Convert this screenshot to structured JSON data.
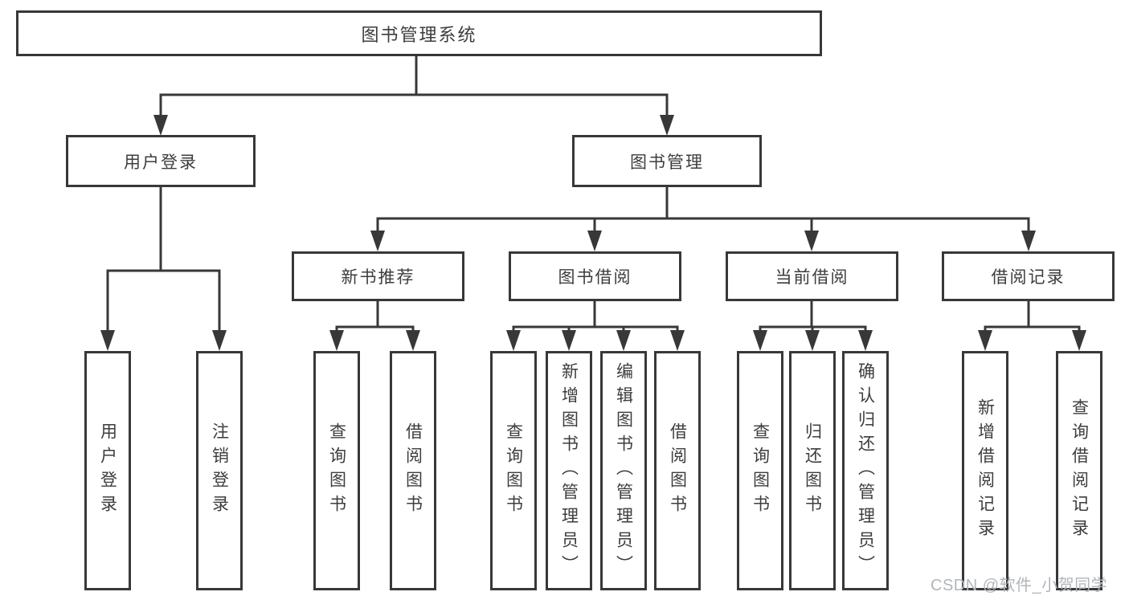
{
  "diagram": {
    "root": "图书管理系统",
    "branches": [
      {
        "label": "用户登录",
        "leaves": [
          "用户登录",
          "注销登录"
        ]
      },
      {
        "label": "图书管理",
        "groups": [
          {
            "label": "新书推荐",
            "leaves": [
              "查询图书",
              "借阅图书"
            ]
          },
          {
            "label": "图书借阅",
            "leaves": [
              "查询图书",
              "新增图书（管理员）",
              "编辑图书（管理员）",
              "借阅图书"
            ]
          },
          {
            "label": "当前借阅",
            "leaves": [
              "查询图书",
              "归还图书",
              "确认归还（管理员）"
            ]
          },
          {
            "label": "借阅记录",
            "leaves": [
              "新增借阅记录",
              "查询借阅记录"
            ]
          }
        ]
      }
    ]
  },
  "watermark": "CSDN @软件_小贺同学",
  "colors": {
    "line": "#383838",
    "text": "#3d3d3d",
    "watermark": "#b2b6bb"
  }
}
